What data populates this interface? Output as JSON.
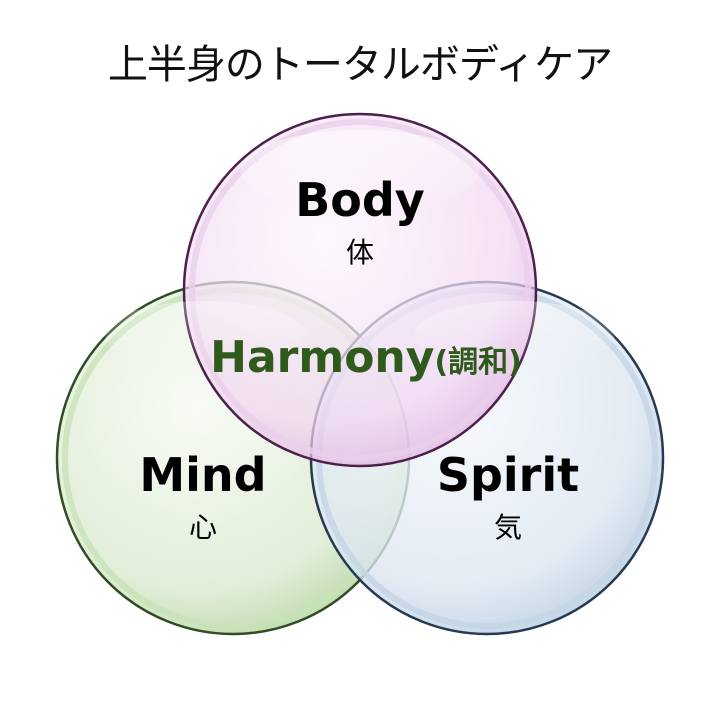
{
  "title": "上半身のトータルボディケア",
  "circles": {
    "body": {
      "label": "Body",
      "sublabel": "体",
      "stroke": "#6b2a6b",
      "fill_from": "#ffffff",
      "fill_to": "#e3b6e3"
    },
    "mind": {
      "label": "Mind",
      "sublabel": "心",
      "stroke": "#3d6b2a",
      "fill_from": "#ffffff",
      "fill_to": "#b6d6a4"
    },
    "spirit": {
      "label": "Spirit",
      "sublabel": "気",
      "stroke": "#2a4a6b",
      "fill_from": "#ffffff",
      "fill_to": "#b6c8de"
    }
  },
  "center": {
    "label": "Harmony",
    "sublabel": "(調和)",
    "color": "#2f5a1c"
  }
}
